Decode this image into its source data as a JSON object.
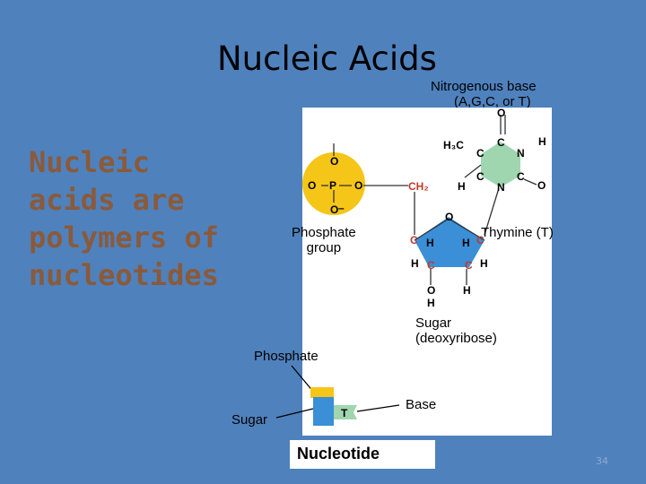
{
  "title": "Nucleic Acids",
  "lead_text": "Nucleic acids are polymers of nucleotides",
  "labels": {
    "nitrogenous_base_line1": "Nitrogenous base",
    "nitrogenous_base_line2": "(A,G,C, or T)",
    "phosphate_group_line1": "Phosphate",
    "phosphate_group_line2": "group",
    "thymine": "Thymine (T)",
    "sugar_line1": "Sugar",
    "sugar_line2": "(deoxyribose)",
    "phosphate": "Phosphate",
    "sugar": "Sugar",
    "base": "Base",
    "nucleotide": "Nucleotide"
  },
  "schematic_base_letter": "T",
  "chem": {
    "atom_O": "O",
    "atom_P": "P",
    "atom_C": "C",
    "atom_N": "N",
    "atom_H": "H",
    "charge_minus": "–",
    "group_h3c": "H₃C",
    "group_ch2": "CH₂"
  },
  "page_number": "34",
  "colors": {
    "background": "#4f81bd",
    "phosphate": "#f5c518",
    "sugar": "#3a8fd6",
    "base": "#9fd6b0",
    "carbon_red": "#c0392b",
    "lead_text": "#8a5a3a"
  }
}
